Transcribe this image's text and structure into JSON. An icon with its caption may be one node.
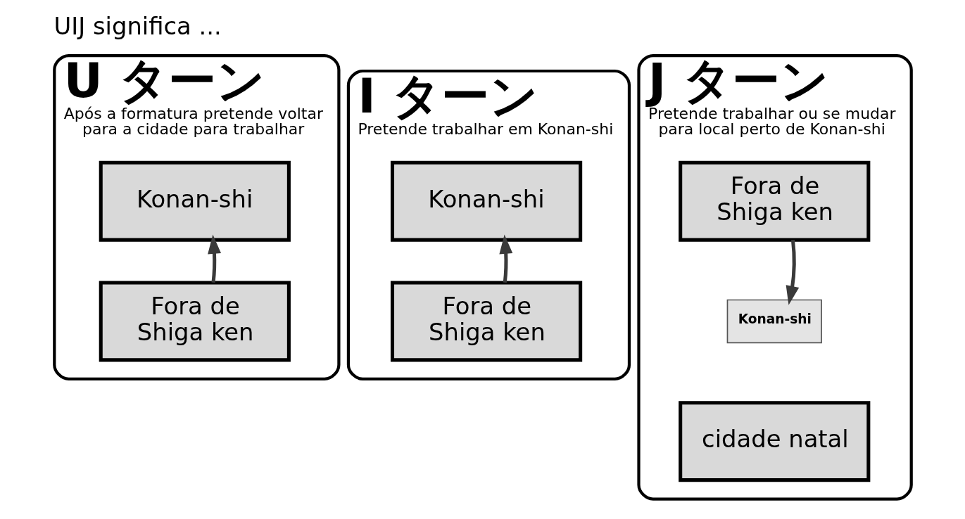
{
  "diagram": {
    "title": "UIJ significa ...",
    "nodes": [
      {
        "text": [
          "U ターン",
          "Após a formatura pretende voltar para a cidade para trabalhar"
        ]
      },
      {
        "text": [
          "Konan-shi"
        ],
        "in": 0
      },
      {
        "text": [
          "Fora de Shiga ken"
        ],
        "in": 0
      },
      {
        "text": [
          "I ターン",
          "Pretende trabalhar em Konan-shi"
        ]
      },
      {
        "text": [
          "Konan-shi"
        ],
        "in": 3
      },
      {
        "text": [
          "Fora de Shiga ken"
        ],
        "in": 3
      },
      {
        "text": [
          "J ターン",
          "Pretende trabalhar ou se mudar para local perto de Konan-shi"
        ]
      },
      {
        "text": [
          "Fora de Shiga ken"
        ],
        "in": 6
      },
      {
        "text": [
          "Konan-shi"
        ],
        "in": 6
      },
      {
        "text": [
          "cidade natal"
        ],
        "in": 6
      }
    ],
    "edges": [
      {
        "from": 2,
        "to": 1,
        "arrow": "to"
      },
      {
        "from": 5,
        "to": 4,
        "arrow": "to"
      },
      {
        "from": 7,
        "to": 8,
        "arrow": "to"
      }
    ]
  }
}
